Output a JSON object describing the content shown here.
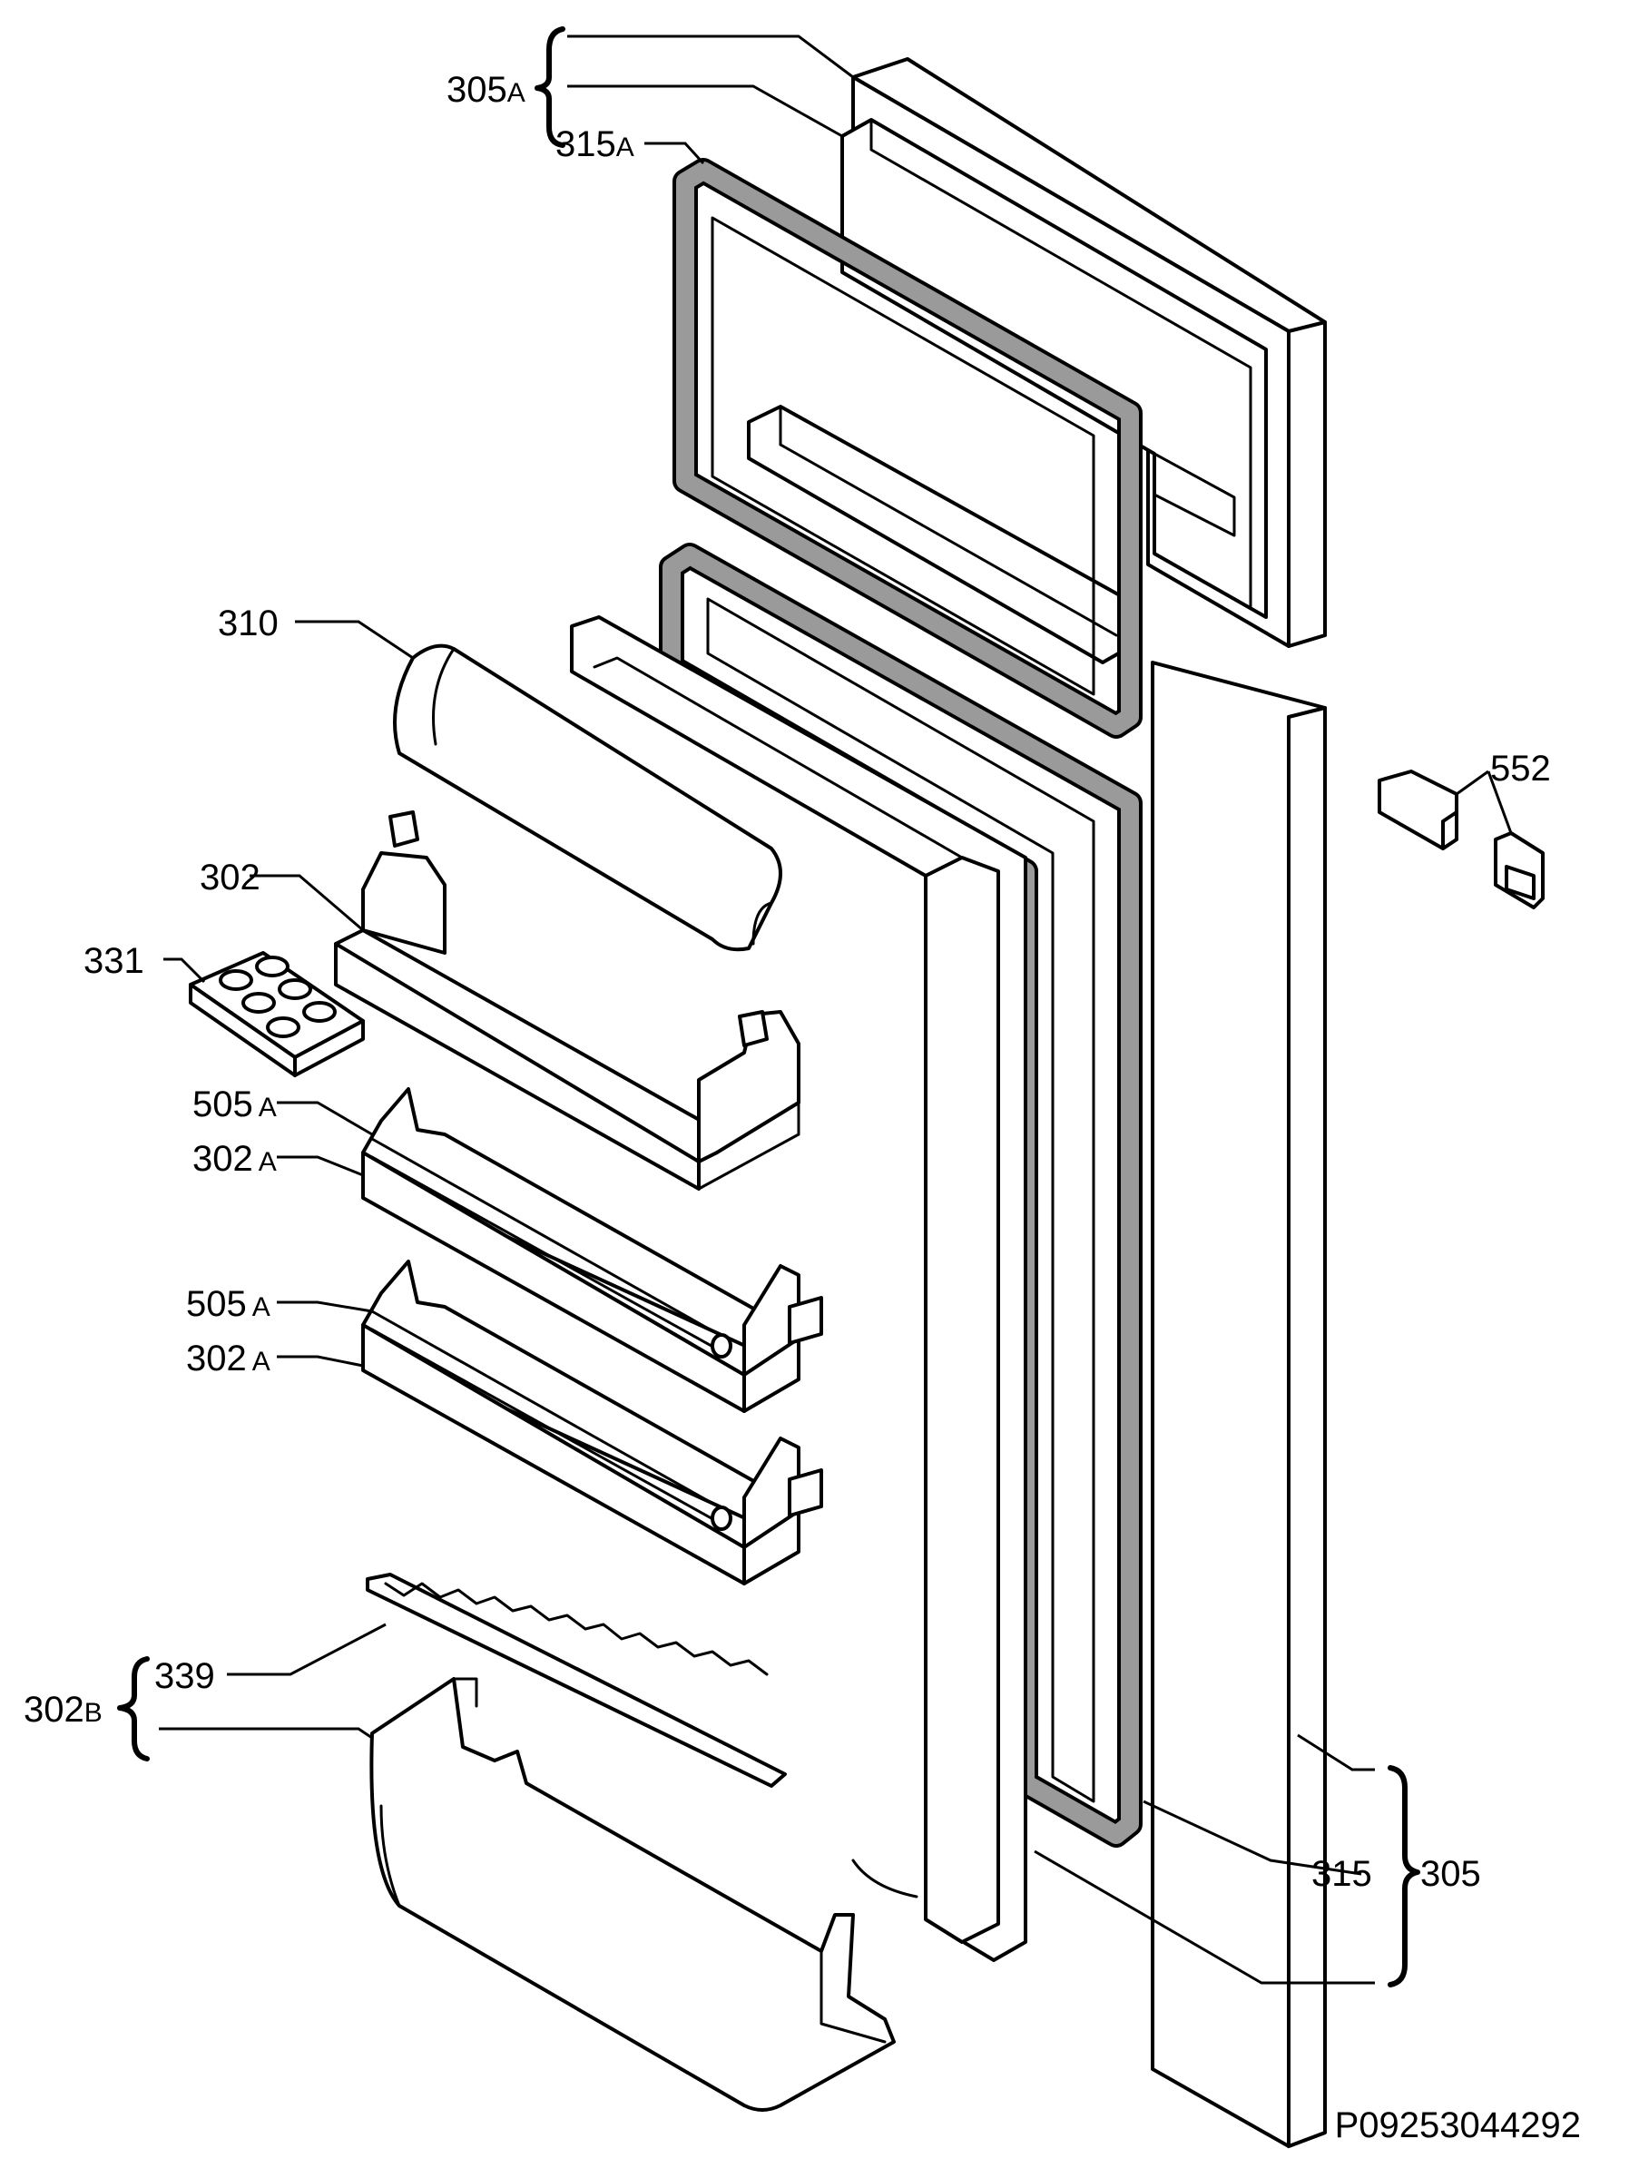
{
  "callouts": {
    "c305A": {
      "number": "305",
      "suffix": "A"
    },
    "c315A": {
      "number": "315",
      "suffix": "A"
    },
    "c310": {
      "number": "310",
      "suffix": ""
    },
    "c552": {
      "number": "552",
      "suffix": ""
    },
    "c302": {
      "number": "302",
      "suffix": ""
    },
    "c331": {
      "number": "331",
      "suffix": ""
    },
    "c505A_1": {
      "number": "505",
      "suffix": "A"
    },
    "c302A_1": {
      "number": "302",
      "suffix": "A"
    },
    "c505A_2": {
      "number": "505",
      "suffix": "A"
    },
    "c302A_2": {
      "number": "302",
      "suffix": "A"
    },
    "c339": {
      "number": "339",
      "suffix": ""
    },
    "c302B": {
      "number": "302",
      "suffix": "B"
    },
    "c315": {
      "number": "315",
      "suffix": ""
    },
    "c305": {
      "number": "305",
      "suffix": ""
    }
  },
  "drawing_code": "P09253044292"
}
